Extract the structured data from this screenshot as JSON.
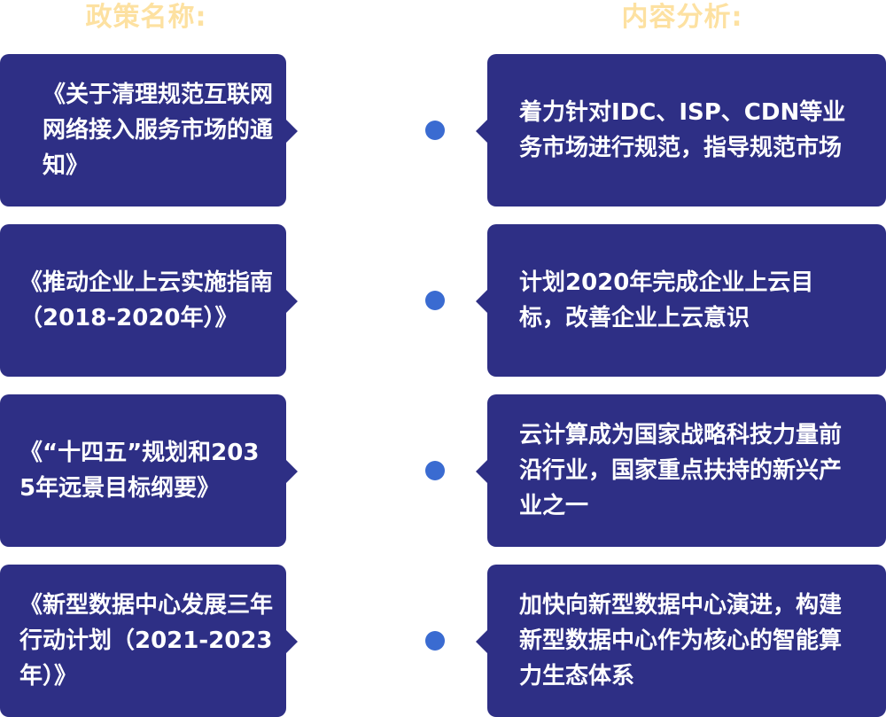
{
  "headers": {
    "left": "政策名称:",
    "right": "内容分析:"
  },
  "rows": [
    {
      "policy": "《关于清理规范互联网网络接入服务市场的通知》",
      "analysis": "着力针对IDC、ISP、CDN等业务市场进行规范，指导规范市场"
    },
    {
      "policy": "《推动企业上云实施指南（2018-2020年）》",
      "analysis": "计划2020年完成企业上云目标，改善企业上云意识"
    },
    {
      "policy": "《“十四五”规划和2035年远景目标纲要》",
      "analysis": "云计算成为国家战略科技力量前沿行业，国家重点扶持的新兴产业之一"
    },
    {
      "policy": "《新型数据中心发展三年行动计划（2021-2023年）》",
      "analysis": "加快向新型数据中心演进，构建新型数据中心作为核心的智能算力生态体系"
    }
  ],
  "colors": {
    "header": "#fde1a1",
    "box": "#2e2f85",
    "dot": "#3a6bd1"
  }
}
